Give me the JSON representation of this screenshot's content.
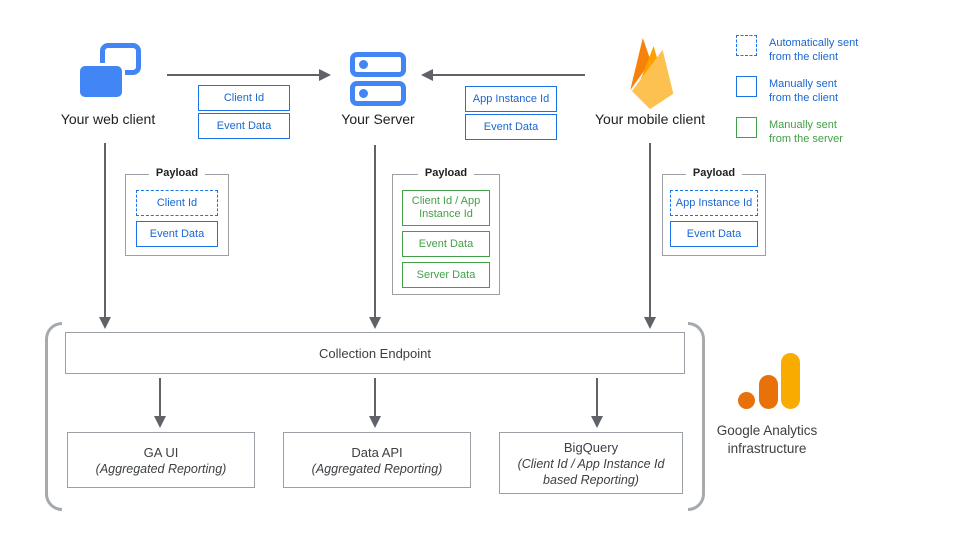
{
  "colors": {
    "icon_blue": "#4285F4",
    "box_blue": "#1A73E8",
    "box_green": "#43A047",
    "arrow_gray": "#5F6368",
    "border_gray": "#9AA0A6",
    "ga_orange": "#E8710A",
    "ga_amber": "#F9AB00"
  },
  "clients": {
    "web": {
      "label": "Your web client",
      "icon": "web-client-icon"
    },
    "server": {
      "label": "Your Server",
      "icon": "server-icon"
    },
    "mobile": {
      "label": "Your mobile client",
      "icon": "firebase-icon"
    }
  },
  "flows": {
    "web_to_server": {
      "items": [
        {
          "label": "Client Id",
          "style": "solid-blue"
        },
        {
          "label": "Event Data",
          "style": "solid-blue"
        }
      ]
    },
    "mobile_to_server": {
      "items": [
        {
          "label": "App Instance Id",
          "style": "solid-blue"
        },
        {
          "label": "Event Data",
          "style": "solid-blue"
        }
      ]
    }
  },
  "legend": {
    "items": [
      {
        "line1": "Automatically sent",
        "line2": "from the client",
        "style": "dashed-blue"
      },
      {
        "line1": "Manually sent",
        "line2": "from the client",
        "style": "solid-blue"
      },
      {
        "line1": "Manually sent",
        "line2": "from the server",
        "style": "solid-green"
      }
    ]
  },
  "payloads": [
    {
      "title": "Payload",
      "items": [
        {
          "label": "Client Id",
          "style": "dashed-blue"
        },
        {
          "label": "Event Data",
          "style": "solid-blue"
        }
      ]
    },
    {
      "title": "Payload",
      "items": [
        {
          "label": "Client Id / App Instance Id",
          "style": "solid-green"
        },
        {
          "label": "Event Data",
          "style": "solid-green"
        },
        {
          "label": "Server Data",
          "style": "solid-green"
        }
      ]
    },
    {
      "title": "Payload",
      "items": [
        {
          "label": "App Instance Id",
          "style": "dashed-blue"
        },
        {
          "label": "Event Data",
          "style": "solid-blue"
        }
      ]
    }
  ],
  "infrastructure": {
    "endpoint_label": "Collection Endpoint",
    "outputs": [
      {
        "title": "GA UI",
        "subtitle": "(Aggregated Reporting)"
      },
      {
        "title": "Data API",
        "subtitle": "(Aggregated Reporting)"
      },
      {
        "title": "BigQuery",
        "subtitle": "(Client Id / App Instance Id based Reporting)"
      }
    ],
    "caption": "Google Analytics infrastructure"
  }
}
